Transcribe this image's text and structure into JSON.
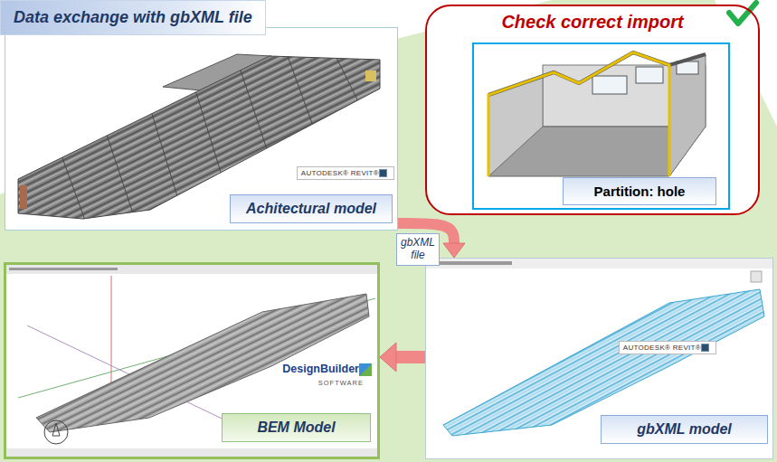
{
  "diagram": {
    "title": "Data exchange with gbXML file",
    "nodes": [
      {
        "text": [
          "Achitectural model"
        ]
      },
      {
        "text": [
          "Check correct import"
        ]
      },
      {
        "text": [
          "Partition: hole"
        ],
        "in": 1
      },
      {
        "text": [
          "gbXML model"
        ]
      },
      {
        "text": [
          "BEM Model"
        ]
      }
    ],
    "edges": [
      {
        "from": 0,
        "to": 3,
        "label": "gbXML file",
        "arrow": "to"
      },
      {
        "from": 3,
        "to": 4,
        "arrow": "to"
      }
    ],
    "labels": [
      "AUTODESK® REVIT®",
      "AUTODESK® REVIT®",
      "DesignBuilder",
      "SOFTWARE"
    ]
  }
}
